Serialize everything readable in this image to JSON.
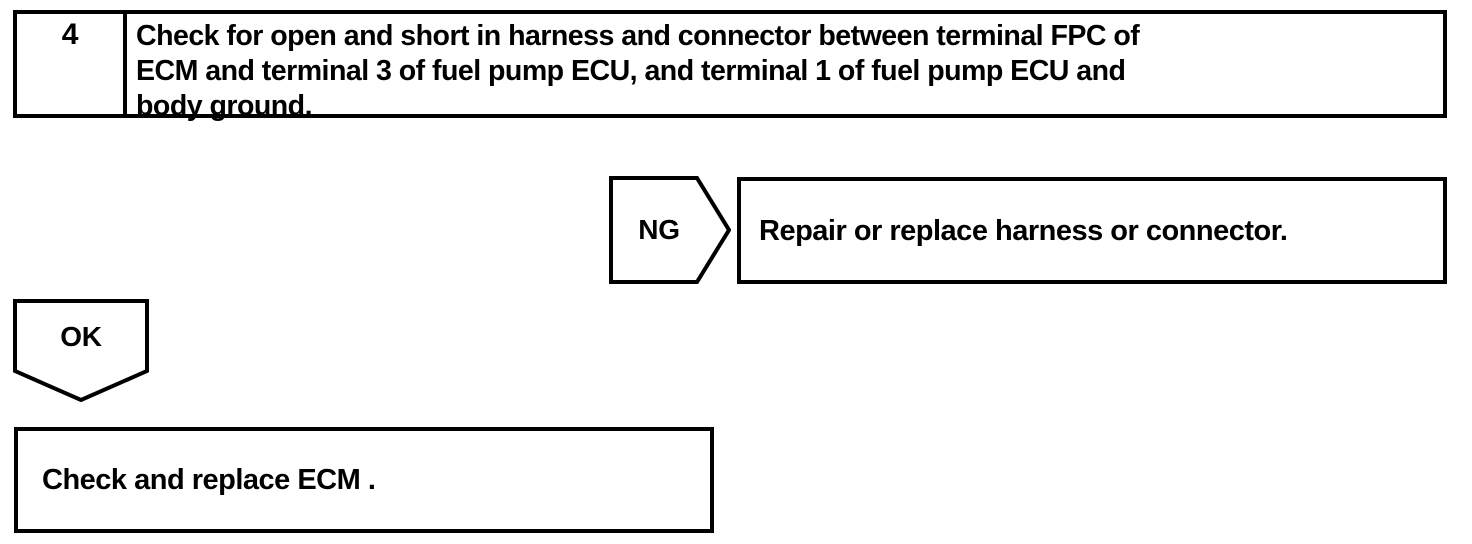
{
  "diagram": {
    "type": "troubleshooting-flowchart",
    "line_color": "#000000",
    "background_color": "#ffffff"
  },
  "step": {
    "number": "4",
    "instruction": "Check for open and short in harness and connector between terminal FPC of\nECM and terminal 3 of fuel pump ECU, and terminal 1 of fuel pump ECU and\nbody ground."
  },
  "branches": {
    "ng": {
      "label": "NG",
      "result": "Repair or replace harness or connector."
    },
    "ok": {
      "label": "OK",
      "result": "Check and replace ECM ."
    }
  }
}
